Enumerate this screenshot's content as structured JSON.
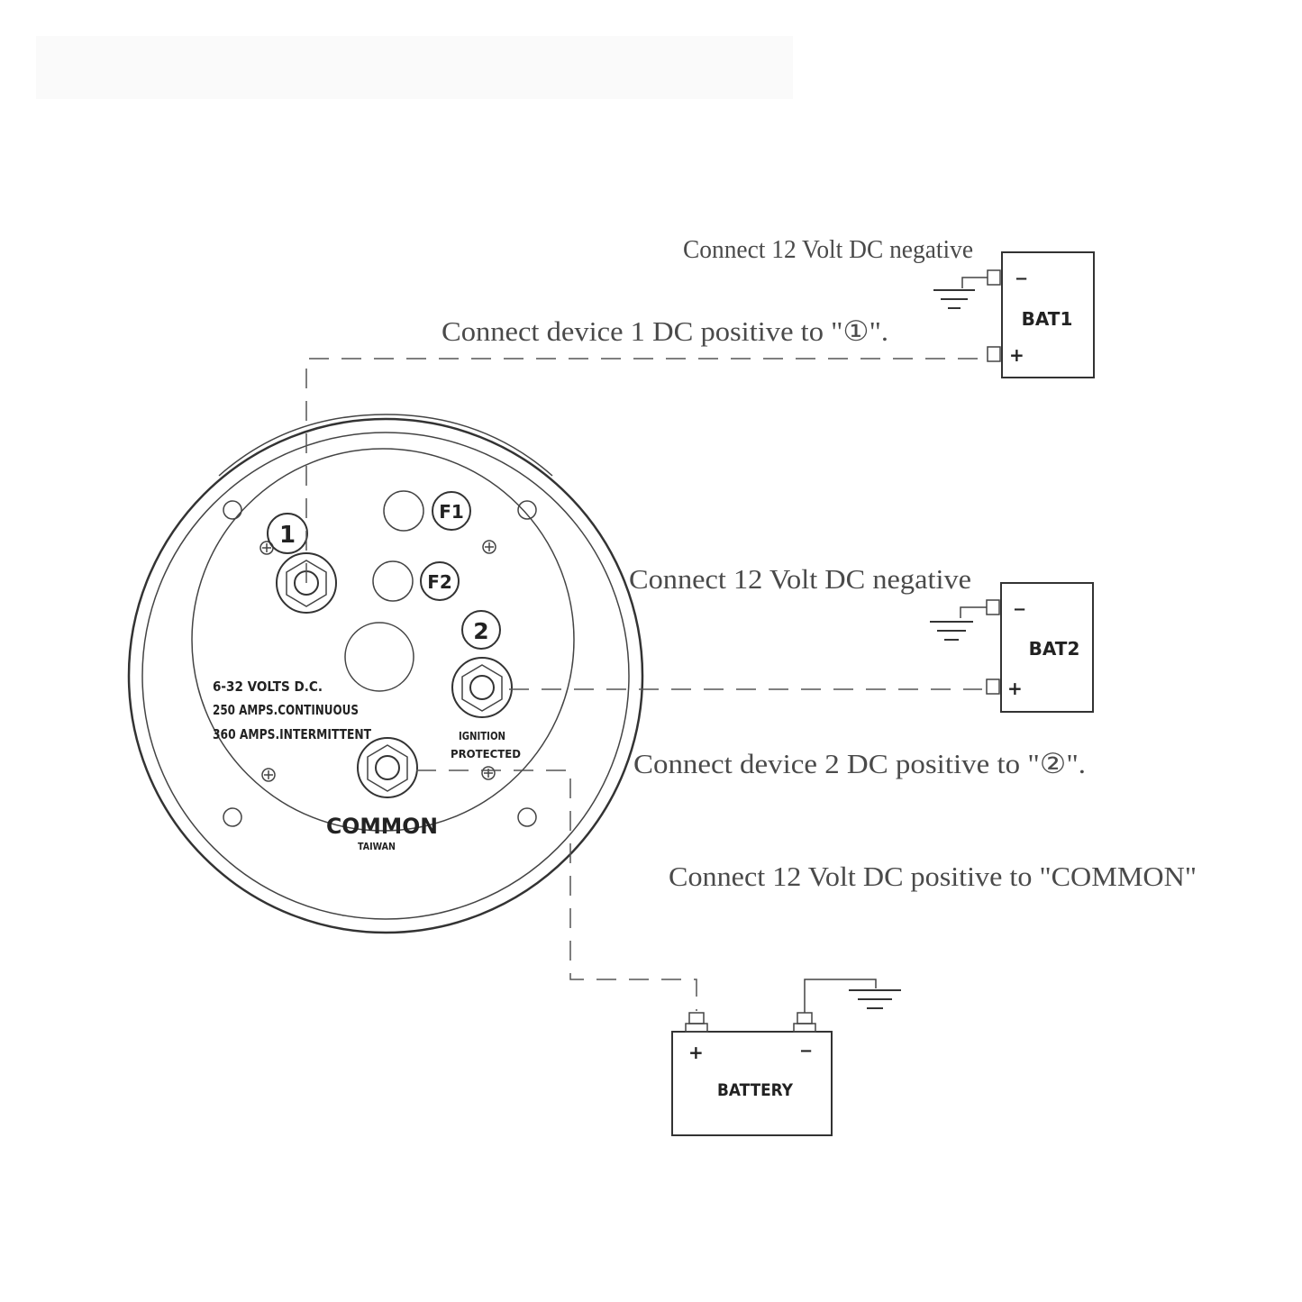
{
  "captions": {
    "bat1_negative": "Connect 12 Volt DC negative",
    "device1_positive": "Connect device 1 DC positive to  \"①\".",
    "bat2_negative": "Connect 12 Volt DC negative",
    "device2_positive": "Connect device 2 DC positive to  \"②\".",
    "common_positive": "Connect 12 Volt DC positive to \"COMMON\""
  },
  "switch_face": {
    "terminal_1": "1",
    "terminal_2": "2",
    "field_1": "F1",
    "field_2": "F2",
    "rating_voltage": "6-32  VOLTS D.C.",
    "rating_continuous": "250  AMPS.CONTINUOUS",
    "rating_intermittent": "360  AMPS.INTERMITTENT",
    "ignition_line1": "IGNITION",
    "ignition_line2": "PROTECTED",
    "common_label": "COMMON",
    "origin_label": "TAIWAN"
  },
  "batteries": {
    "bat1": {
      "label": "BAT1",
      "neg": "−",
      "pos": "+"
    },
    "bat2": {
      "label": "BAT2",
      "neg": "−",
      "pos": "+"
    },
    "main": {
      "label": "BATTERY",
      "pos": "+",
      "neg": "−"
    }
  }
}
